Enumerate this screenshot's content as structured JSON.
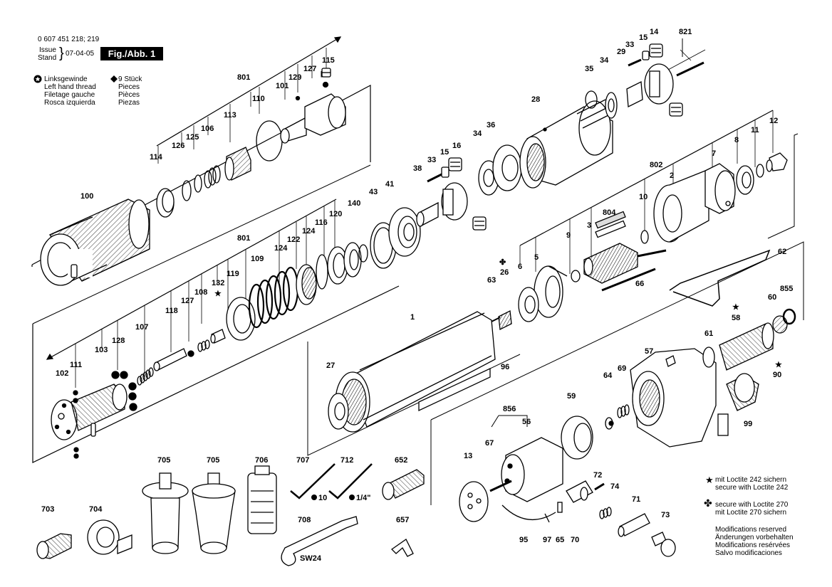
{
  "header": {
    "doc_number": "0 607 451 218; 219",
    "issue_label": "Issue",
    "stand_label": "Stand",
    "date": "07-04-05",
    "fig_label": "Fig./Abb. 1"
  },
  "legend_top": {
    "left_thread_lines": [
      "Linksgewinde",
      "Left hand thread",
      "Filetage gauche",
      "Rosca izquierda"
    ],
    "pieces_lines": [
      "9 Stück",
      "Pieces",
      "Pièces",
      "Piezas"
    ]
  },
  "legend_bottom": {
    "loctite242_lines": [
      "mit Loctite 242 sichern",
      "secure with Loctite 242"
    ],
    "loctite270_lines": [
      "secure with Loctite 270",
      "mit Loctite 270 sichern"
    ],
    "modifications_lines": [
      "Modifications reserved",
      "Änderungen vorbehalten",
      "Modifications resérvées",
      "Salvo modificaciones"
    ]
  },
  "tool_marks": {
    "wrench_size": "SW24",
    "hex_key_10": "10",
    "hex_key_quarter": "1/4\""
  },
  "part_numbers": {
    "p100": "100",
    "p114": "114",
    "p126": "126",
    "p125": "125",
    "p106": "106",
    "p113": "113",
    "p110": "110",
    "p101": "101",
    "p129": "129",
    "p127a": "127",
    "p115": "115",
    "p801a": "801",
    "p821": "821",
    "p14a": "14",
    "p15a": "15",
    "p33a": "33",
    "p29": "29",
    "p34a": "34",
    "p35": "35",
    "p28": "28",
    "p36": "36",
    "p34b": "34",
    "p16": "16",
    "p15b": "15",
    "p33b": "33",
    "p38": "38",
    "p43": "43",
    "p41": "41",
    "p140": "140",
    "p120": "120",
    "p116": "116",
    "p124a": "124",
    "p122": "122",
    "p124b": "124",
    "p801b": "801",
    "p109": "109",
    "p119": "119",
    "p132": "132",
    "p108": "108",
    "p127b": "127",
    "p118": "118",
    "p107": "107",
    "p128": "128",
    "p103": "103",
    "p111": "111",
    "p102": "102",
    "p12": "12",
    "p11": "11",
    "p8": "8",
    "p7": "7",
    "p802": "802",
    "p2": "2",
    "p10": "10",
    "p804": "804",
    "p3": "3",
    "p9": "9",
    "p5": "5",
    "p6": "6",
    "p26": "26",
    "p63": "63",
    "p66": "66",
    "p62": "62",
    "p1": "1",
    "p27": "27",
    "p96": "96",
    "p855": "855",
    "p60": "60",
    "p58": "58",
    "p61": "61",
    "p57": "57",
    "p90": "90",
    "p69": "69",
    "p64": "64",
    "p59": "59",
    "p99": "99",
    "p856": "856",
    "p56": "56",
    "p67": "67",
    "p13": "13",
    "p72": "72",
    "p74": "74",
    "p71": "71",
    "p73": "73",
    "p95": "95",
    "p97": "97",
    "p65": "65",
    "p70": "70",
    "p705a": "705",
    "p705b": "705",
    "p706": "706",
    "p707": "707",
    "p712": "712",
    "p652": "652",
    "p703": "703",
    "p704": "704",
    "p708": "708",
    "p657": "657"
  }
}
